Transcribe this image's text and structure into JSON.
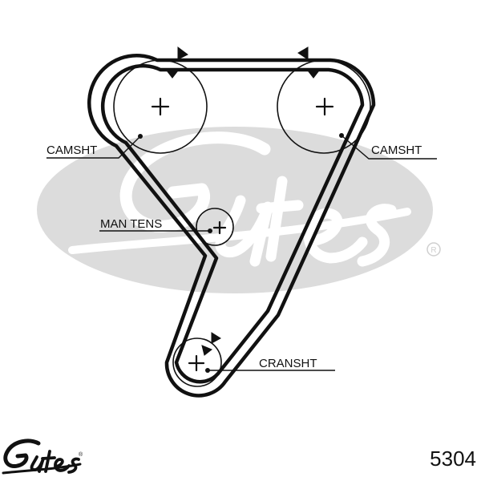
{
  "diagram": {
    "labels": {
      "camshaft_left": "CAMSHT",
      "camshaft_right": "CAMSHT",
      "tensioner": "MAN TENS",
      "crankshaft": "CRANSHT"
    },
    "part_number": "5304",
    "brand": "Gates",
    "trademark_symbol": "®"
  },
  "colors": {
    "line": "#111111",
    "watermark": "#d9d9d9",
    "background": "#ffffff"
  }
}
